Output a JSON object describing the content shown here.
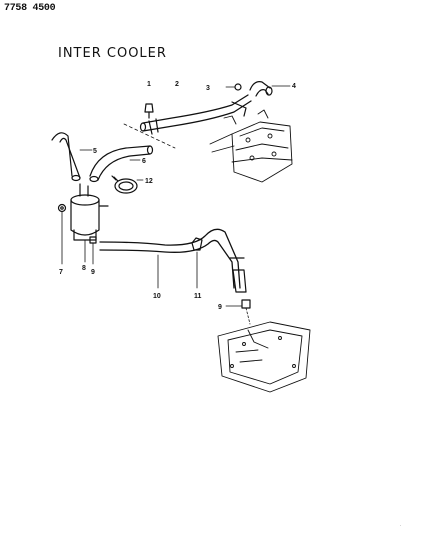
{
  "header": {
    "part_number": "7758 4500",
    "title": "INTER COOLER"
  },
  "callouts": [
    "1",
    "2",
    "3",
    "4",
    "5",
    "6",
    "12",
    "7",
    "8",
    "9",
    "10",
    "11",
    "9"
  ]
}
